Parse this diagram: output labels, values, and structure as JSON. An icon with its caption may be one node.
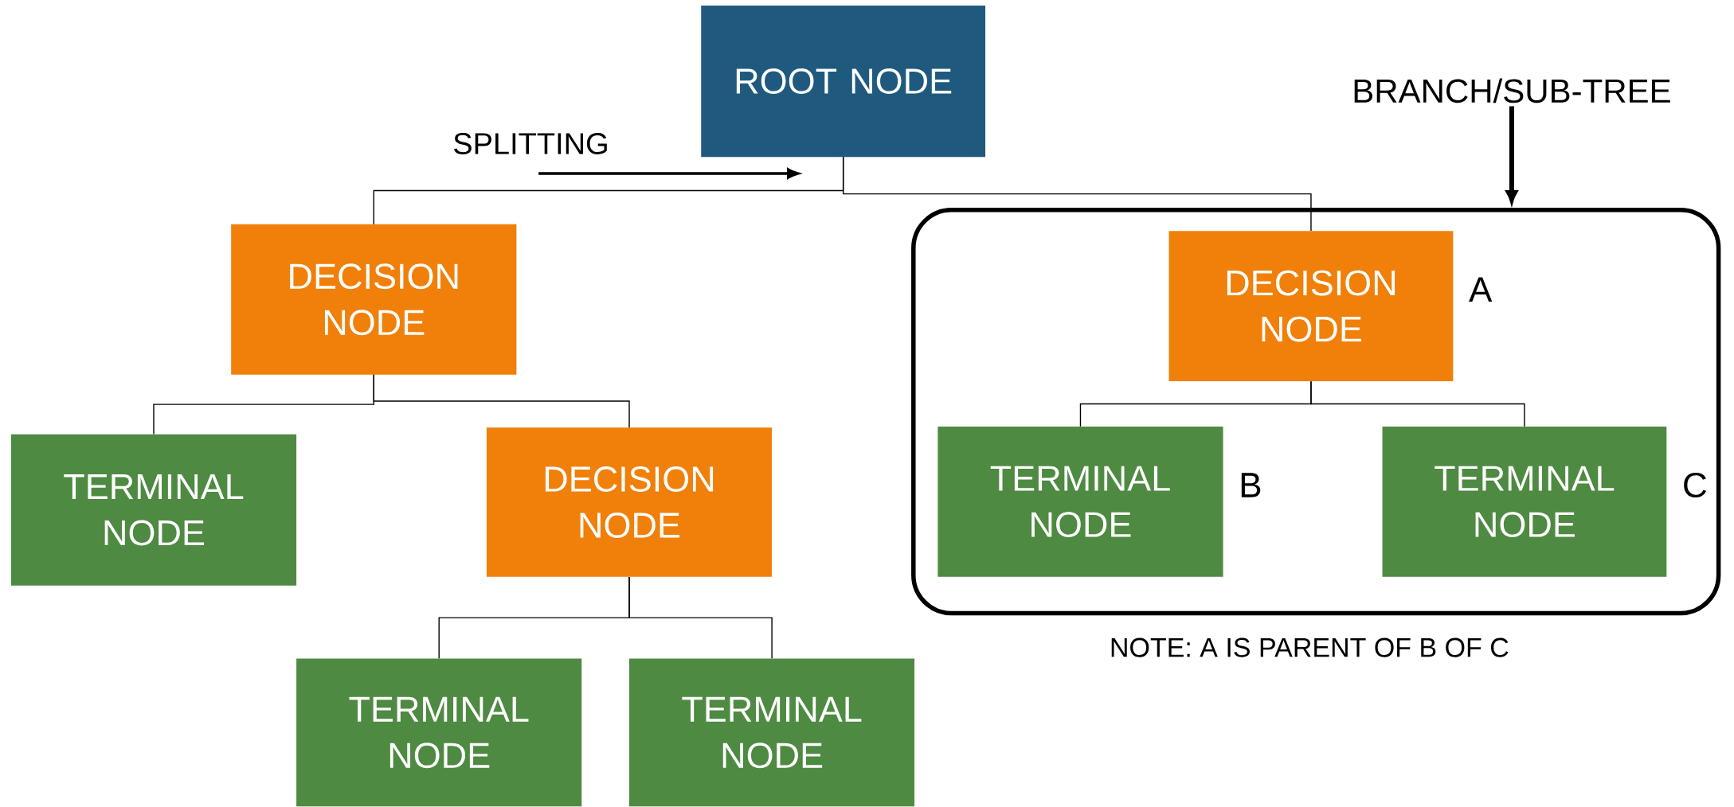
{
  "diagram": {
    "nodes": [
      {
        "text": [
          "ROOT NODE"
        ]
      },
      {
        "text": [
          "DECISION NODE"
        ]
      },
      {
        "text": [
          "TERMINAL NODE"
        ]
      },
      {
        "text": [
          "DECISION NODE"
        ]
      },
      {
        "text": [
          "TERMINAL NODE"
        ]
      },
      {
        "text": [
          "TERMINAL NODE"
        ]
      },
      {
        "text": [],
        "shape": "box"
      },
      {
        "text": [
          "DECISION NODE"
        ],
        "in": 6,
        "beside": [
          "A"
        ]
      },
      {
        "text": [
          "TERMINAL NODE"
        ],
        "in": 6,
        "beside": [
          "B"
        ]
      },
      {
        "text": [
          "TERMINAL NODE"
        ],
        "in": 6,
        "beside": [
          "C"
        ]
      },
      {
        "text": [
          "BRANCH/SUB-TREE"
        ]
      }
    ],
    "edges": [
      {
        "from": 0,
        "to": 1,
        "arrow": "none"
      },
      {
        "from": 0,
        "to": 7,
        "arrow": "none"
      },
      {
        "from": 1,
        "to": 2,
        "arrow": "none"
      },
      {
        "from": 1,
        "to": 3,
        "arrow": "none"
      },
      {
        "from": 3,
        "to": 4,
        "arrow": "none"
      },
      {
        "from": 3,
        "to": 5,
        "arrow": "none"
      },
      {
        "from": 7,
        "to": 8,
        "arrow": "none"
      },
      {
        "from": 7,
        "to": 9,
        "arrow": "none"
      },
      {
        "from": 10,
        "to": 6,
        "arrow": "to",
        "style": "thick"
      }
    ],
    "labels": [
      "SPLITTING",
      "NOTE: A IS PARENT OF B OF C"
    ]
  }
}
